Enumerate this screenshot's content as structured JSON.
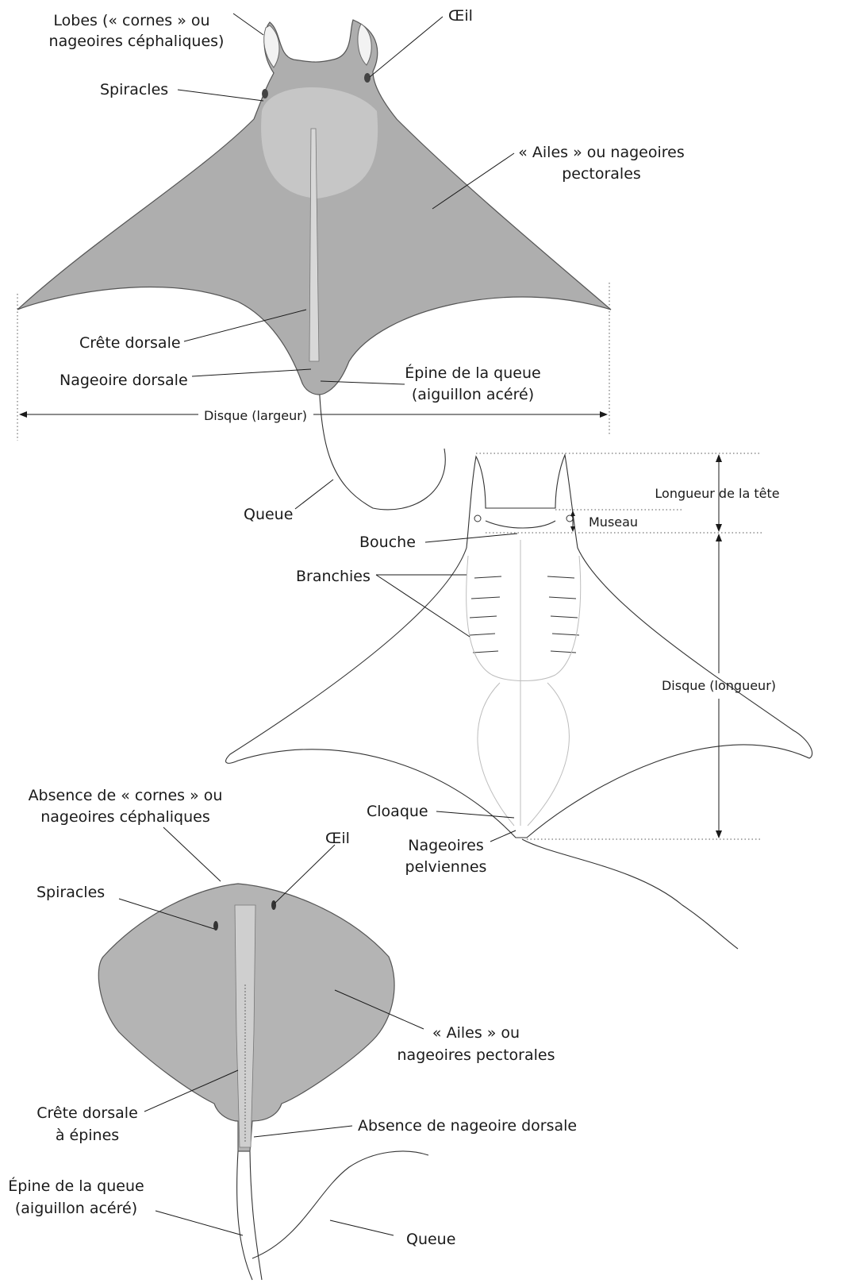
{
  "manta_dorsal": {
    "lobes": [
      "Lobes (« cornes » ou",
      "nageoires céphaliques)"
    ],
    "oeil": "Œil",
    "spiracles": "Spiracles",
    "ailes": [
      "« Ailes » ou nageoires",
      "pectorales"
    ],
    "crete": "Crête dorsale",
    "nageoire_dorsale": "Nageoire dorsale",
    "epine": [
      "Épine de la queue",
      "(aiguillon acéré)"
    ],
    "disque_largeur": "Disque (largeur)",
    "queue": "Queue"
  },
  "manta_ventral": {
    "longueur_tete": "Longueur de la tête",
    "museau": "Museau",
    "bouche": "Bouche",
    "branchies": "Branchies",
    "disque_longueur": "Disque (longueur)",
    "cloaque": "Cloaque",
    "pelviennes": [
      "Nageoires",
      "pelviennes"
    ]
  },
  "stingray": {
    "absence_cornes": [
      "Absence de « cornes » ou",
      "nageoires céphaliques"
    ],
    "oeil": "Œil",
    "spiracles": "Spiracles",
    "ailes": [
      "« Ailes » ou",
      "nageoires pectorales"
    ],
    "crete": [
      "Crête dorsale",
      "à épines"
    ],
    "absence_dorsale": "Absence de nageoire dorsale",
    "epine": [
      "Épine de la queue",
      "(aiguillon acéré)"
    ],
    "queue": "Queue"
  }
}
